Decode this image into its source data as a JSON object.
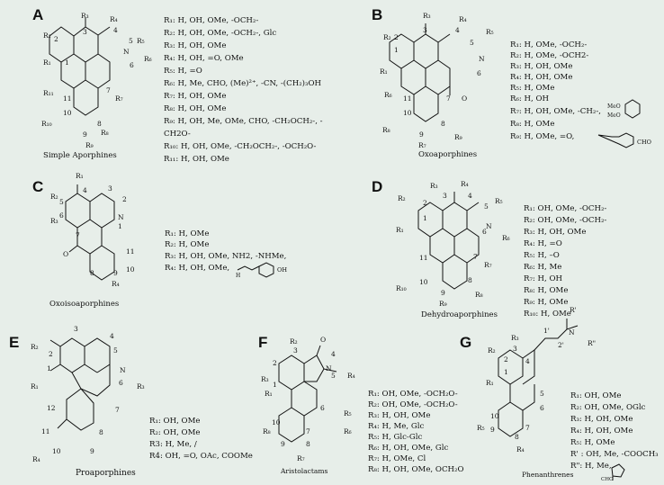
{
  "panels": [
    {
      "letter": "A",
      "caption": "Simple Aporphines",
      "substituents": [
        "R₁: H, OH, OMe, -OCH₂-",
        "R₂: H, OH, OMe, -OCH₂-, Glc",
        "R₃: H, OH, OMe",
        "R₄: H, OH, =O, OMe",
        "R₅: H, =O",
        "R₆: H, Me, CHO, (Me)²⁺, -CN, -(CH₂)₃OH",
        "R₇: H, OH, OMe",
        "R₈: H, OH, OMe",
        "R₉: H, OH, Me, OMe, CHO, -CH₂OCH₂-, -",
        "CH2O-",
        "R₁₀: H, OH, OMe,  -CH₂OCH₂-, -OCH₂O-",
        "R₁₁: H, OH, OMe"
      ]
    },
    {
      "letter": "B",
      "caption": "Oxoaporphines",
      "substituents": [
        "R₁: H, OMe, -OCH₂-",
        "R₂: H, OMe, -OCH2-",
        "R₃: H, OH, OMe",
        "R₄: H, OH, OMe",
        "R₅: H,  OMe",
        "R₆: H, OH",
        "R₇: H, OH, OMe, -CH₂-,",
        "R₈: H, OMe",
        "R₉: H, OMe, =O,"
      ],
      "inline_labels": [
        "MeO",
        "MeO",
        "CHO"
      ]
    },
    {
      "letter": "C",
      "caption": "Oxoisoaporphines",
      "substituents": [
        "R₁: H, OMe",
        "R₂: H, OMe",
        "R₃: H, OH, OMe, NH2, -NHMe,",
        "R₄: H, OH, OMe,"
      ],
      "inline_labels": [
        "H",
        "OH"
      ]
    },
    {
      "letter": "D",
      "caption": "Dehydroaporphines",
      "substituents": [
        "R₁: OH, OMe, -OCH₂-",
        "R₂: OH, OMe, -OCH₂-",
        "R₃: H, OH, OMe",
        "R₄: H, =O",
        "R₅: H, –O",
        "R₆: H, Me",
        "R₇: H, OH",
        "R₈: H, OMe",
        "R₉: H, OMe",
        "R₁₀: H, OMe"
      ]
    },
    {
      "letter": "E",
      "caption": "Proaporphines",
      "substituents": [
        "R₁: OH, OMe",
        "R₂: OH, OMe",
        "R3: H, Me, /",
        "R4: OH, =O, OAc, COOMe"
      ]
    },
    {
      "letter": "F",
      "caption": "Aristolactams",
      "substituents": [
        "R₁: OH, OMe, -OCH₂O-",
        "R₂: OH, OMe, -OCH₂O-",
        "R₃: H, OH, OMe",
        "R₄: H, Me, Glc",
        "R₅: H, Glc-Glc",
        "R₆: H, OH, OMe, Glc",
        "R₇: H, OMe, Cl",
        "R₈: H, OH, OMe, OCH₂O"
      ]
    },
    {
      "letter": "G",
      "caption": "Phenanthrenes",
      "substituents": [
        "R₁: OH, OMe",
        "R₂: OH, OMe, OGlc",
        "R₃: H, OH, OMe",
        "R₄: H, OH, OMe",
        "R₅: H, OMe",
        "R' : OH, Me, -COOCH₃",
        "R\": H, Me,"
      ],
      "inline_labels": [
        "CHO"
      ]
    }
  ],
  "atom_labels": {
    "A": [
      "R₃",
      "R₄",
      "R₂",
      "R₁",
      "R₅",
      "R₆",
      "R₇",
      "R₈",
      "R₉",
      "R₁₀",
      "R₁₁",
      "N",
      "1",
      "2",
      "3",
      "4",
      "5",
      "6",
      "7",
      "8",
      "9",
      "10",
      "11"
    ],
    "B": [
      "R₃",
      "R₄",
      "R₂",
      "R₁",
      "R₅",
      "R₆",
      "R₇",
      "R₈",
      "R₉",
      "N",
      "O",
      "1",
      "2",
      "3",
      "4",
      "5",
      "6",
      "7",
      "8",
      "9",
      "10",
      "11"
    ],
    "C": [
      "R₁",
      "R₂",
      "R₃",
      "R₄",
      "N",
      "O",
      "1",
      "2",
      "3",
      "4",
      "5",
      "6",
      "7",
      "8",
      "9",
      "10",
      "11"
    ],
    "D": [
      "R₃",
      "R₄",
      "R₂",
      "R₁",
      "R₅",
      "R₆",
      "R₇",
      "R₈",
      "R₉",
      "R₁₀",
      "N",
      "1",
      "2",
      "3",
      "4",
      "5",
      "6",
      "7",
      "8",
      "9",
      "10",
      "11"
    ],
    "E": [
      "R₂",
      "R₁",
      "R₃",
      "R₄",
      "N",
      "1",
      "2",
      "3",
      "4",
      "5",
      "6",
      "7",
      "8",
      "9",
      "10",
      "11",
      "12"
    ],
    "F": [
      "R₃",
      "R₂",
      "R₁",
      "R₄",
      "R₅",
      "R₆",
      "R₇",
      "R₈",
      "N",
      "O",
      "1",
      "2",
      "3",
      "4",
      "5",
      "6",
      "7",
      "8",
      "9",
      "10"
    ],
    "G": [
      "R₂",
      "R₁",
      "R₃",
      "R₄",
      "R₅",
      "R'",
      "R\"",
      "N",
      "1",
      "2",
      "3",
      "4",
      "5",
      "6",
      "7",
      "8",
      "9",
      "10",
      "1'",
      "2'"
    ]
  }
}
